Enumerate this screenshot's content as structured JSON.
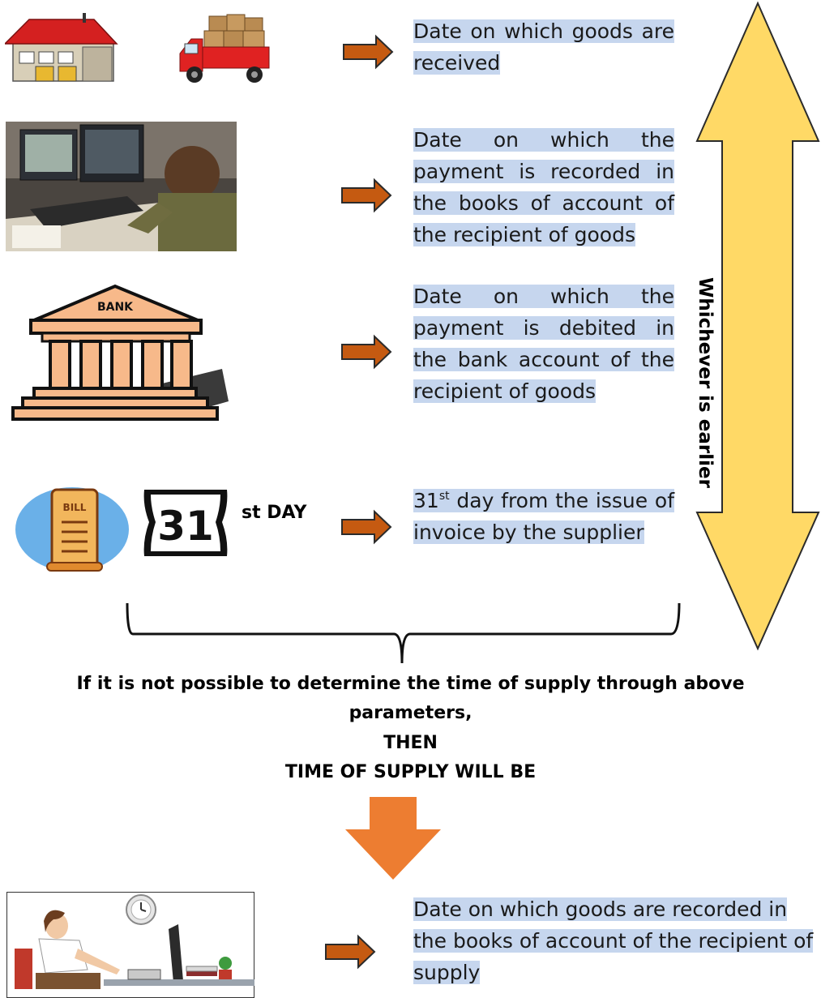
{
  "rows": [
    {
      "text": "Date on which goods are received"
    },
    {
      "text": "Date on which the payment is recorded in the books of account of the recipient of goods"
    },
    {
      "text": "Date on which the payment is debited in the bank account of the recipient of goods"
    },
    {
      "num": "31",
      "sup": "st",
      "rest": " day from the issue of invoice by the supplier"
    }
  ],
  "bank_label": "BANK",
  "bill_label": "BILL",
  "day_sign": "31",
  "day_suffix": "st DAY",
  "side_label": "Whichever is earlier",
  "condition": {
    "line1": "If it is not possible to determine the time of supply through above",
    "line2": "parameters,",
    "line3": "THEN",
    "line4": "TIME OF SUPPLY WILL BE"
  },
  "result_text": "Date on which goods are recorded in the books of account of the recipient of supply",
  "colors": {
    "highlight": "#c6d6ee",
    "arrow_fill": "#c55a11",
    "big_arrow": "#ffd966",
    "down_arrow": "#ed7d31"
  }
}
